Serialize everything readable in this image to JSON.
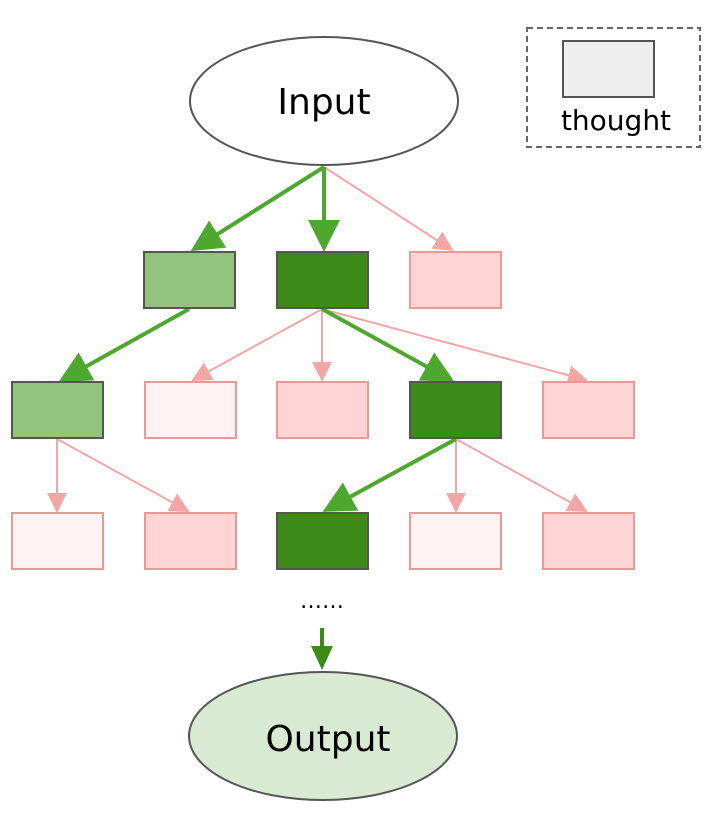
{
  "nodes": {
    "input_label": "Input",
    "output_label": "Output",
    "ellipsis": "……"
  },
  "legend": {
    "label": "thought"
  },
  "colors": {
    "selected_dark": "#3c8a17",
    "selected_light": "#93c47d",
    "rejected_strong": "#ffd4d4",
    "rejected_faint": "#fff2f2",
    "rejected_border": "#ea9999",
    "rejected_edge": "#f4a6a6",
    "selected_edge": "#4ea72e",
    "output_fill": "#d9ead3",
    "legend_fill": "#eeeeee",
    "outline": "#555555"
  }
}
